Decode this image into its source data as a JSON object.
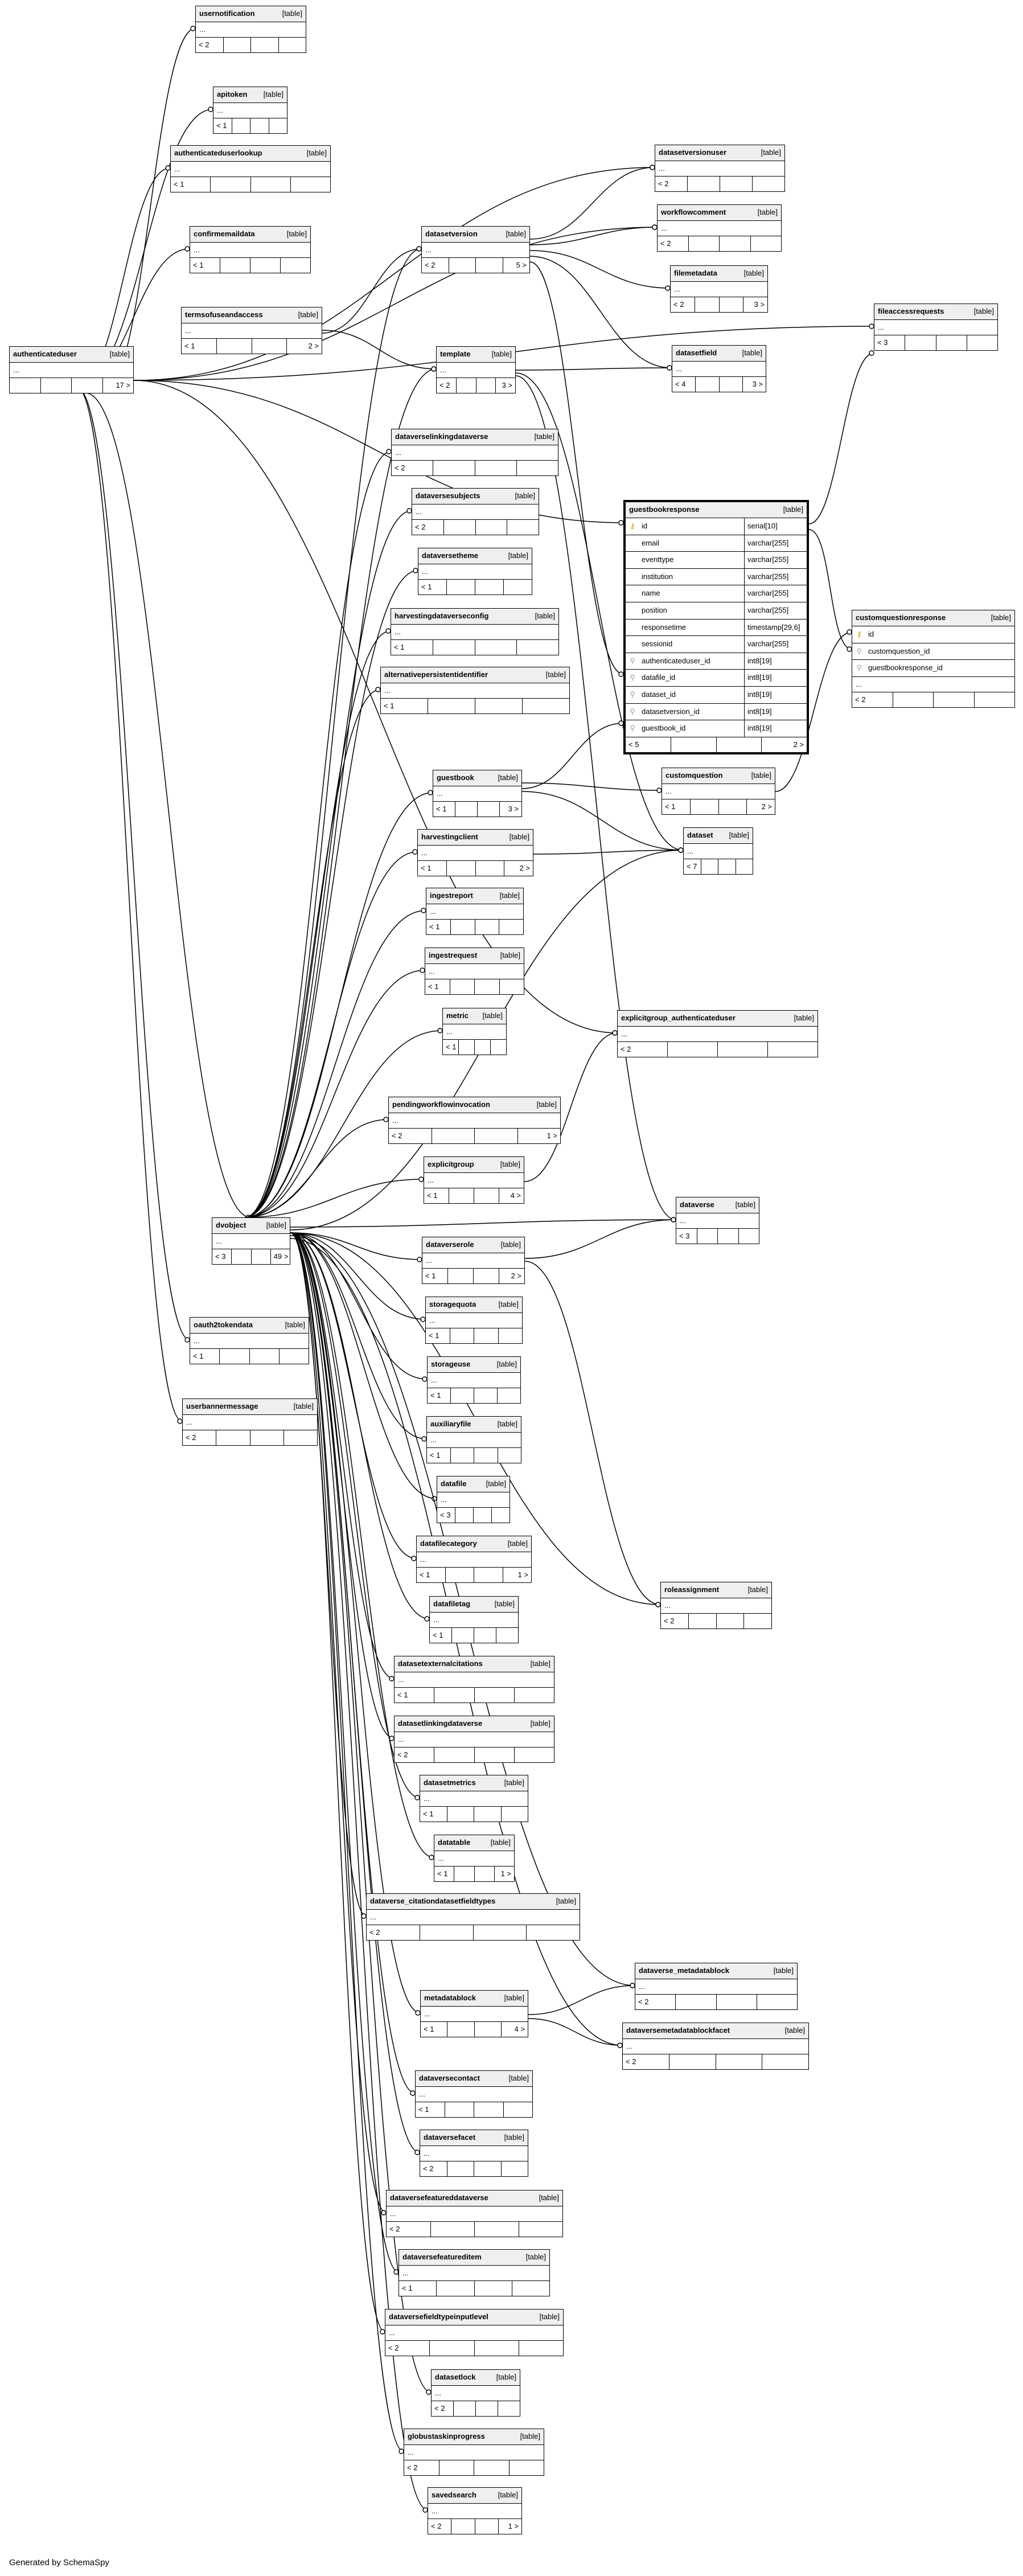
{
  "diagram": {
    "footer": "Generated by SchemaSpy",
    "table_tag": "[table]",
    "ellipsis": "...",
    "tables": [
      {
        "name": "usernotification",
        "left": "< 2",
        "right": ""
      },
      {
        "name": "apitoken",
        "left": "< 1",
        "right": ""
      },
      {
        "name": "authenticateduserlookup",
        "left": "< 1",
        "right": ""
      },
      {
        "name": "confirmemaildata",
        "left": "< 1",
        "right": ""
      },
      {
        "name": "datasetversion",
        "left": "< 2",
        "right": "5 >"
      },
      {
        "name": "datasetversionuser",
        "left": "< 2",
        "right": ""
      },
      {
        "name": "workflowcomment",
        "left": "< 2",
        "right": ""
      },
      {
        "name": "filemetadata",
        "left": "< 2",
        "right": "3 >"
      },
      {
        "name": "termsofuseandaccess",
        "left": "< 1",
        "right": "2 >"
      },
      {
        "name": "authenticateduser",
        "left": "",
        "right": "17 >"
      },
      {
        "name": "template",
        "left": "< 2",
        "right": "3 >"
      },
      {
        "name": "datasetfield",
        "left": "< 4",
        "right": "3 >"
      },
      {
        "name": "fileaccessrequests",
        "left": "< 3",
        "right": ""
      },
      {
        "name": "dataverselinkingdataverse",
        "left": "< 2",
        "right": ""
      },
      {
        "name": "dataversesubjects",
        "left": "< 2",
        "right": ""
      },
      {
        "name": "dataversetheme",
        "left": "< 1",
        "right": ""
      },
      {
        "name": "harvestingdataverseconfig",
        "left": "< 1",
        "right": ""
      },
      {
        "name": "alternativepersistentidentifier",
        "left": "< 1",
        "right": ""
      },
      {
        "name": "customquestionresponse",
        "left": "< 2",
        "right": ""
      },
      {
        "name": "guestbook",
        "left": "< 1",
        "right": "3 >"
      },
      {
        "name": "customquestion",
        "left": "< 1",
        "right": "2 >"
      },
      {
        "name": "harvestingclient",
        "left": "< 1",
        "right": "2 >"
      },
      {
        "name": "dataset",
        "left": "< 7",
        "right": ""
      },
      {
        "name": "ingestreport",
        "left": "< 1",
        "right": ""
      },
      {
        "name": "ingestrequest",
        "left": "< 1",
        "right": ""
      },
      {
        "name": "metric",
        "left": "< 1",
        "right": ""
      },
      {
        "name": "explicitgroup_authenticateduser",
        "left": "< 2",
        "right": ""
      },
      {
        "name": "pendingworkflowinvocation",
        "left": "< 2",
        "right": "1 >"
      },
      {
        "name": "explicitgroup",
        "left": "< 1",
        "right": "4 >"
      },
      {
        "name": "dvobject",
        "left": "< 3",
        "right": "49 >"
      },
      {
        "name": "dataverse",
        "left": "< 3",
        "right": ""
      },
      {
        "name": "dataverserole",
        "left": "< 1",
        "right": "2 >"
      },
      {
        "name": "oauth2tokendata",
        "left": "< 1",
        "right": ""
      },
      {
        "name": "storagequota",
        "left": "< 1",
        "right": ""
      },
      {
        "name": "storageuse",
        "left": "< 1",
        "right": ""
      },
      {
        "name": "userbannermessage",
        "left": "< 2",
        "right": ""
      },
      {
        "name": "auxiliaryfile",
        "left": "< 1",
        "right": ""
      },
      {
        "name": "datafile",
        "left": "< 3",
        "right": ""
      },
      {
        "name": "datafilecategory",
        "left": "< 1",
        "right": "1 >"
      },
      {
        "name": "roleassignment",
        "left": "< 2",
        "right": ""
      },
      {
        "name": "datafiletag",
        "left": "< 1",
        "right": ""
      },
      {
        "name": "datasetexternalcitations",
        "left": "< 1",
        "right": ""
      },
      {
        "name": "datasetlinkingdataverse",
        "left": "< 2",
        "right": ""
      },
      {
        "name": "datasetmetrics",
        "left": "< 1",
        "right": ""
      },
      {
        "name": "datatable",
        "left": "< 1",
        "right": "1 >"
      },
      {
        "name": "dataverse_citationdatasetfieldtypes",
        "left": "< 2",
        "right": ""
      },
      {
        "name": "dataverse_metadatablock",
        "left": "< 2",
        "right": ""
      },
      {
        "name": "metadatablock",
        "left": "< 1",
        "right": "4 >"
      },
      {
        "name": "dataversemetadatablockfacet",
        "left": "< 2",
        "right": ""
      },
      {
        "name": "dataversecontact",
        "left": "< 1",
        "right": ""
      },
      {
        "name": "dataversefacet",
        "left": "< 2",
        "right": ""
      },
      {
        "name": "dataversefeatureddataverse",
        "left": "< 2",
        "right": ""
      },
      {
        "name": "dataversefeatureditem",
        "left": "< 1",
        "right": ""
      },
      {
        "name": "dataversefieldtypeinputlevel",
        "left": "< 2",
        "right": ""
      },
      {
        "name": "datasetlock",
        "left": "< 2",
        "right": ""
      },
      {
        "name": "globustaskinprogress",
        "left": "< 2",
        "right": ""
      },
      {
        "name": "savedsearch",
        "left": "< 2",
        "right": "1 >"
      }
    ],
    "guestbookresponse": {
      "name": "guestbookresponse",
      "left": "< 5",
      "right": "2 >",
      "columns": [
        {
          "key": "pk",
          "name": "id",
          "type": "serial[10]"
        },
        {
          "key": "",
          "name": "email",
          "type": "varchar[255]"
        },
        {
          "key": "",
          "name": "eventtype",
          "type": "varchar[255]"
        },
        {
          "key": "",
          "name": "institution",
          "type": "varchar[255]"
        },
        {
          "key": "",
          "name": "name",
          "type": "varchar[255]"
        },
        {
          "key": "",
          "name": "position",
          "type": "varchar[255]"
        },
        {
          "key": "",
          "name": "responsetime",
          "type": "timestamp[29,6]"
        },
        {
          "key": "",
          "name": "sessionid",
          "type": "varchar[255]"
        },
        {
          "key": "fk",
          "name": "authenticateduser_id",
          "type": "int8[19]"
        },
        {
          "key": "fk",
          "name": "datafile_id",
          "type": "int8[19]"
        },
        {
          "key": "fk",
          "name": "dataset_id",
          "type": "int8[19]"
        },
        {
          "key": "fk",
          "name": "datasetversion_id",
          "type": "int8[19]"
        },
        {
          "key": "fk",
          "name": "guestbook_id",
          "type": "int8[19]"
        }
      ]
    },
    "customquestionresponse": {
      "name": "customquestionresponse",
      "left": "< 2",
      "right": "",
      "columns": [
        {
          "key": "pk",
          "name": "id"
        },
        {
          "key": "fk",
          "name": "customquestion_id"
        },
        {
          "key": "fk",
          "name": "guestbookresponse_id"
        }
      ]
    }
  }
}
